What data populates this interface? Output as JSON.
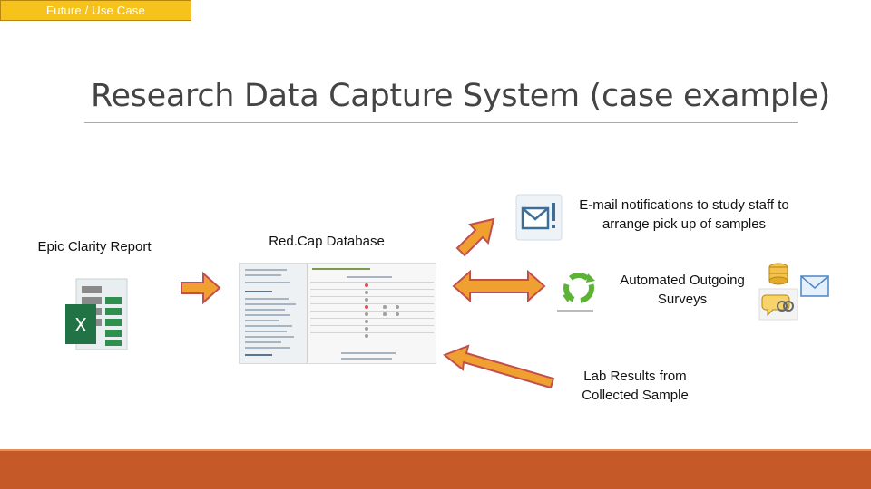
{
  "header": {
    "tag": "Future / Use Case",
    "title": "Research Data Capture System (case example)"
  },
  "flow": {
    "source_label": "Epic Clarity Report",
    "database_label": "Red.Cap Database",
    "email_label": "E-mail notifications to study staff to arrange pick up of samples",
    "surveys_label": "Automated Outgoing Surveys",
    "lab_label": "Lab Results from Collected Sample"
  },
  "icons": [
    "excel-icon",
    "email-alert-icon",
    "refresh-cycle-icon",
    "database-icon",
    "envelope-icon",
    "chat-link-icon"
  ],
  "colors": {
    "arrow": "#f0a030",
    "arrow_stroke": "#c0504d",
    "footer": "#c55a28",
    "tag": "#f6c21c"
  }
}
